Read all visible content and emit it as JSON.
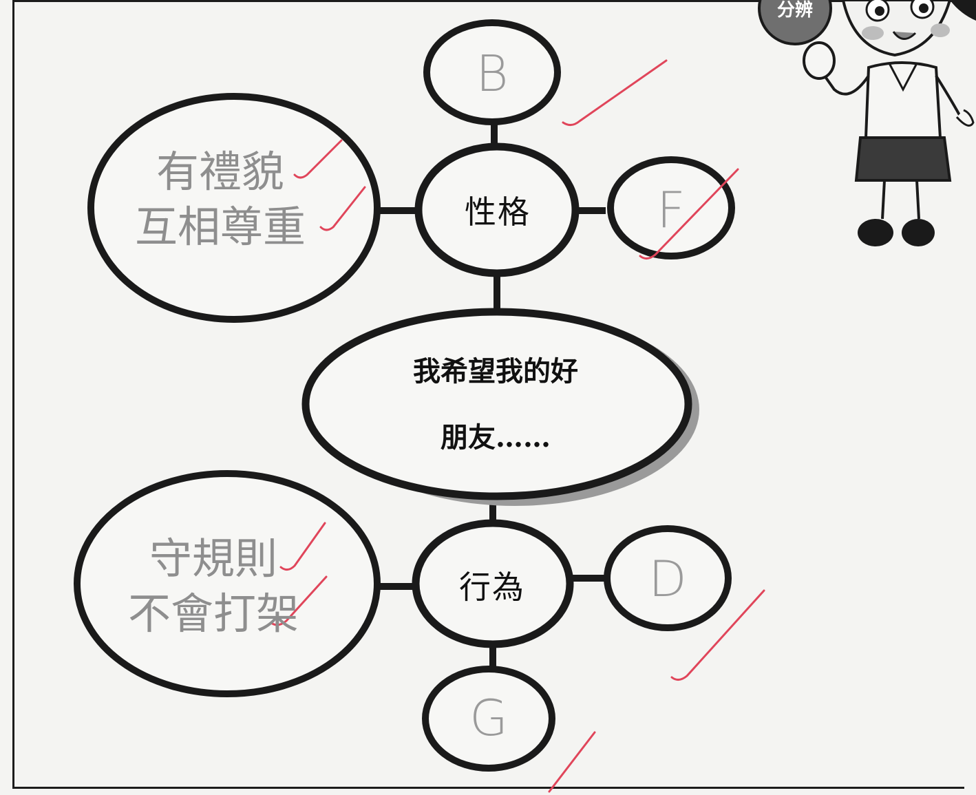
{
  "diagram": {
    "center": {
      "line1": "我希望我的好",
      "line2": "朋友……"
    },
    "hubs": {
      "personality": "性格",
      "behavior": "行為"
    },
    "answers": {
      "personality_top": "B",
      "personality_right": "F",
      "personality_left_line1": "有禮貌",
      "personality_left_line2": "互相尊重",
      "behavior_right": "D",
      "behavior_bottom": "G",
      "behavior_left_line1": "守規則",
      "behavior_left_line2": "不會打架"
    },
    "mascot_badge": "分辨",
    "colors": {
      "ink": "#1a1a1a",
      "pencil": "#8e8e8e",
      "check_mark": "#e0455a",
      "shadow": "#9a9a9a"
    }
  }
}
